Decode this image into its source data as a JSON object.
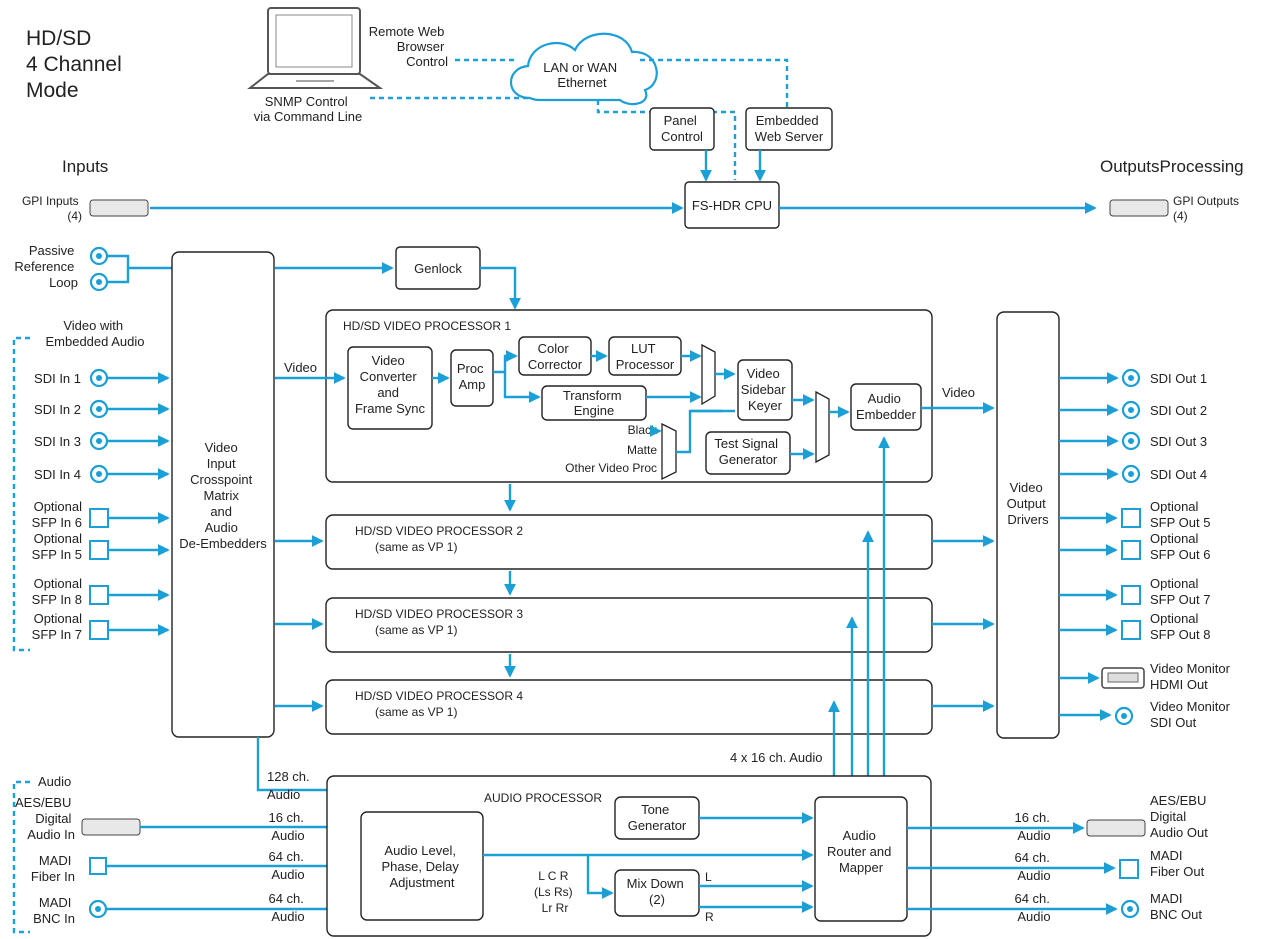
{
  "title": [
    "HD/SD",
    "4 Channel",
    "Mode"
  ],
  "headers": {
    "inputs": "Inputs",
    "outputs": "OutputsProcessing"
  },
  "network": {
    "remote_web": [
      "Remote Web",
      "Browser",
      "Control"
    ],
    "snmp": [
      "SNMP Control",
      "via Command Line"
    ],
    "cloud": [
      "LAN or WAN",
      "Ethernet"
    ],
    "panel_control": [
      "Panel",
      "Control"
    ],
    "embedded_web": [
      "Embedded",
      "Web Server"
    ],
    "cpu": "FS-HDR CPU"
  },
  "gpi": {
    "inputs": [
      "GPI Inputs",
      "(4)"
    ],
    "outputs": [
      "GPI Outputs",
      "(4)"
    ]
  },
  "reference": [
    "Passive",
    "Reference",
    "Loop"
  ],
  "genlock": "Genlock",
  "video_with_audio": [
    "Video with",
    "Embedded Audio"
  ],
  "sdi_inputs": [
    "SDI In 1",
    "SDI In 2",
    "SDI In 3",
    "SDI In 4"
  ],
  "sfp_inputs": [
    [
      "Optional",
      "SFP In 6"
    ],
    [
      "Optional",
      "SFP In 5"
    ],
    [
      "Optional",
      "SFP In 8"
    ],
    [
      "Optional",
      "SFP In 7"
    ]
  ],
  "crosspoint": [
    "Video",
    "Input",
    "Crosspoint",
    "Matrix",
    "and",
    "Audio",
    "De-Embedders"
  ],
  "video_label": "Video",
  "vp1": {
    "title": "HD/SD VIDEO PROCESSOR 1",
    "converter": [
      "Video",
      "Converter",
      "and",
      "Frame Sync"
    ],
    "proc_amp": [
      "Proc",
      "Amp"
    ],
    "color_corrector": [
      "Color",
      "Corrector"
    ],
    "lut": [
      "LUT",
      "Processor"
    ],
    "transform": [
      "Transform",
      "Engine"
    ],
    "keyer": [
      "Video",
      "Sidebar",
      "Keyer"
    ],
    "test_signal": [
      "Test Signal",
      "Generator"
    ],
    "audio_embedder": [
      "Audio",
      "Embedder"
    ],
    "black": "Black",
    "matte": "Matte",
    "other": "Other Video Proc"
  },
  "vp_others": [
    {
      "title": "HD/SD VIDEO PROCESSOR 2",
      "sub": "(same as VP 1)"
    },
    {
      "title": "HD/SD VIDEO PROCESSOR 3",
      "sub": "(same as VP 1)"
    },
    {
      "title": "HD/SD VIDEO PROCESSOR 4",
      "sub": "(same as VP 1)"
    }
  ],
  "output_drivers": [
    "Video",
    "Output",
    "Drivers"
  ],
  "sdi_outputs": [
    "SDI Out 1",
    "SDI Out 2",
    "SDI Out 3",
    "SDI Out 4"
  ],
  "sfp_outputs": [
    [
      "Optional",
      "SFP Out 5"
    ],
    [
      "Optional",
      "SFP Out 6"
    ],
    [
      "Optional",
      "SFP Out 7"
    ],
    [
      "Optional",
      "SFP Out 8"
    ]
  ],
  "monitor_hdmi": [
    "Video Monitor",
    "HDMI Out"
  ],
  "monitor_sdi": [
    "Video Monitor",
    "SDI Out"
  ],
  "audio_16x4": "4 x 16 ch. Audio",
  "audio_128": [
    "128 ch.",
    "Audio"
  ],
  "audio_header": "Audio",
  "aes_in": [
    "AES/EBU",
    "Digital",
    "Audio In"
  ],
  "madi_fiber_in": [
    "MADI",
    "Fiber In"
  ],
  "madi_bnc_in": [
    "MADI",
    "BNC In"
  ],
  "ch_labels": {
    "c16": [
      "16 ch.",
      "Audio"
    ],
    "c64": [
      "64 ch.",
      "Audio"
    ]
  },
  "audio_proc": {
    "title": "AUDIO PROCESSOR",
    "level": [
      "Audio Level,",
      "Phase, Delay",
      "Adjustment"
    ],
    "tone": [
      "Tone",
      "Generator"
    ],
    "router": [
      "Audio",
      "Router and",
      "Mapper"
    ],
    "mixdown": [
      "Mix Down",
      "(2)"
    ],
    "lcr": [
      "L C R",
      "(Ls Rs)",
      "Lr Rr"
    ],
    "L": "L",
    "R": "R"
  },
  "aes_out": [
    "AES/EBU",
    "Digital",
    "Audio Out"
  ],
  "madi_fiber_out": [
    "MADI",
    "Fiber Out"
  ],
  "madi_bnc_out": [
    "MADI",
    "BNC Out"
  ]
}
